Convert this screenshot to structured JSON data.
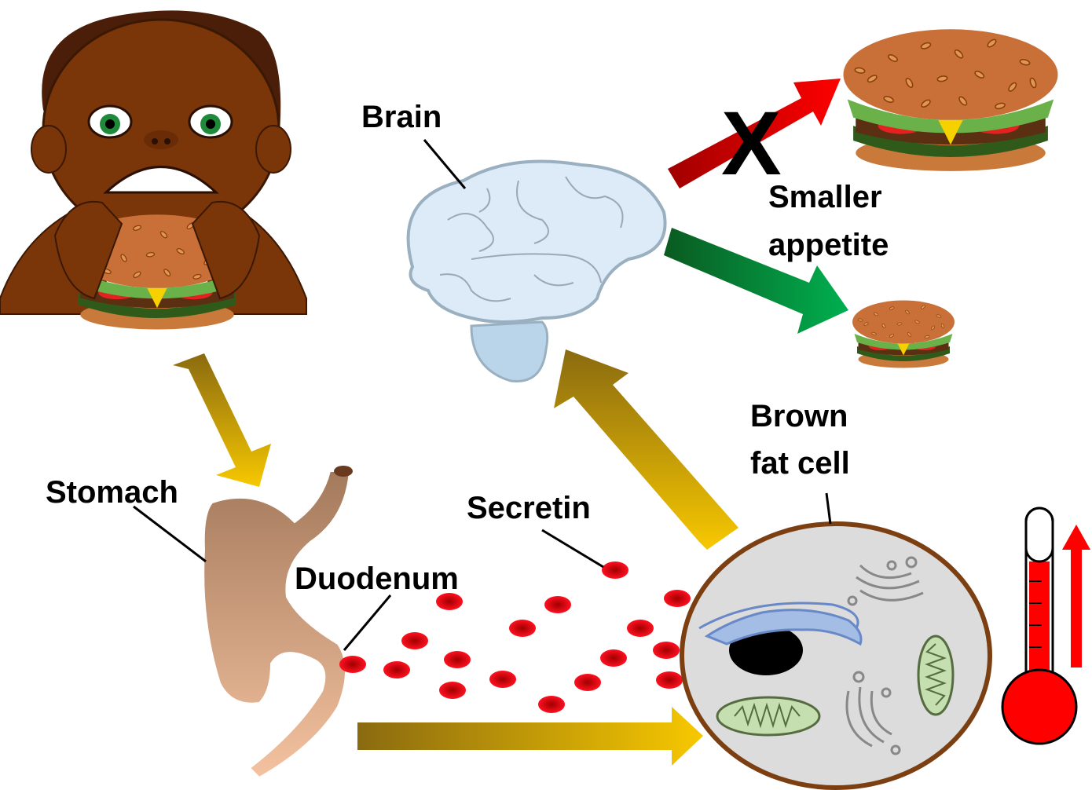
{
  "labels": {
    "brain": "Brain",
    "smaller_appetite_line1": "Smaller",
    "smaller_appetite_line2": "appetite",
    "stomach": "Stomach",
    "secretin": "Secretin",
    "duodenum": "Duodenum",
    "brown_fat_line1": "Brown",
    "fat_cell_line2": "fat cell",
    "x_mark": "X"
  },
  "colors": {
    "text": "#000000",
    "gold_arrow": "#f5c400",
    "red_arrow": "#ff0000",
    "green_arrow": "#00b050",
    "secretin_dot": "#e8101a",
    "cell_border": "#7b3f12",
    "cell_fill": "#dcdcdc",
    "brain_fill": "#dcebf7",
    "thermo_red": "#ff0000"
  },
  "icons": {
    "person": "child-eating-burger-icon",
    "big_burger": "burger-large-icon",
    "small_burger": "burger-small-icon",
    "brain": "brain-icon",
    "stomach": "stomach-icon",
    "cell": "brown-fat-cell-icon",
    "thermometer": "thermometer-rising-icon"
  }
}
